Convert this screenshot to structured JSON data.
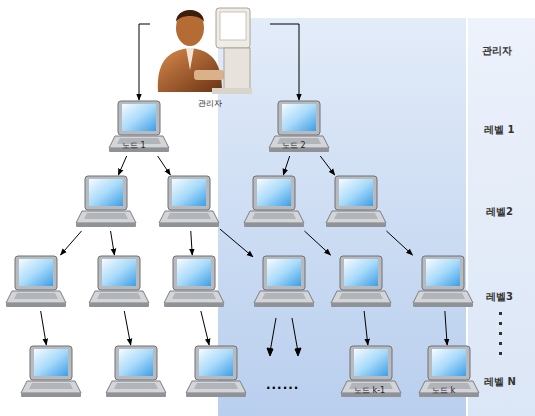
{
  "diagram": {
    "nodes": [
      {
        "text": [
          "관리자"
        ]
      },
      {
        "text": [
          "노드 1"
        ]
      },
      {
        "text": [
          "노드 2"
        ]
      },
      {
        "text": []
      },
      {
        "text": []
      },
      {
        "text": []
      },
      {
        "text": []
      },
      {
        "text": []
      },
      {
        "text": []
      },
      {
        "text": []
      },
      {
        "text": []
      },
      {
        "text": []
      },
      {
        "text": []
      },
      {
        "text": []
      },
      {
        "text": []
      },
      {
        "text": []
      },
      {
        "text": [
          "노드 k-1"
        ]
      },
      {
        "text": [
          "노드 k"
        ]
      }
    ],
    "edges": [
      {
        "from": 0,
        "to": 1,
        "arrow": "to"
      },
      {
        "from": 0,
        "to": 2,
        "arrow": "to"
      },
      {
        "from": 1,
        "to": 3,
        "arrow": "to"
      },
      {
        "from": 1,
        "to": 4,
        "arrow": "to"
      },
      {
        "from": 2,
        "to": 5,
        "arrow": "to"
      },
      {
        "from": 2,
        "to": 6,
        "arrow": "to"
      },
      {
        "from": 3,
        "to": 7,
        "arrow": "to"
      },
      {
        "from": 3,
        "to": 8,
        "arrow": "to"
      },
      {
        "from": 4,
        "to": 9,
        "arrow": "to"
      },
      {
        "from": 4,
        "to": 10,
        "arrow": "to"
      },
      {
        "from": 5,
        "to": 11,
        "arrow": "to"
      },
      {
        "from": 6,
        "to": 12,
        "arrow": "to"
      },
      {
        "from": 7,
        "to": 13,
        "arrow": "to"
      },
      {
        "from": 8,
        "to": 14,
        "arrow": "to"
      },
      {
        "from": 9,
        "to": 15,
        "arrow": "to"
      },
      {
        "from": 11,
        "to": 16,
        "arrow": "to"
      },
      {
        "from": 12,
        "to": 17,
        "arrow": "to"
      }
    ],
    "labels": [
      "관리자",
      "레벨 1",
      "레벨2",
      "레벨3",
      "레벨 N",
      "......"
    ]
  }
}
